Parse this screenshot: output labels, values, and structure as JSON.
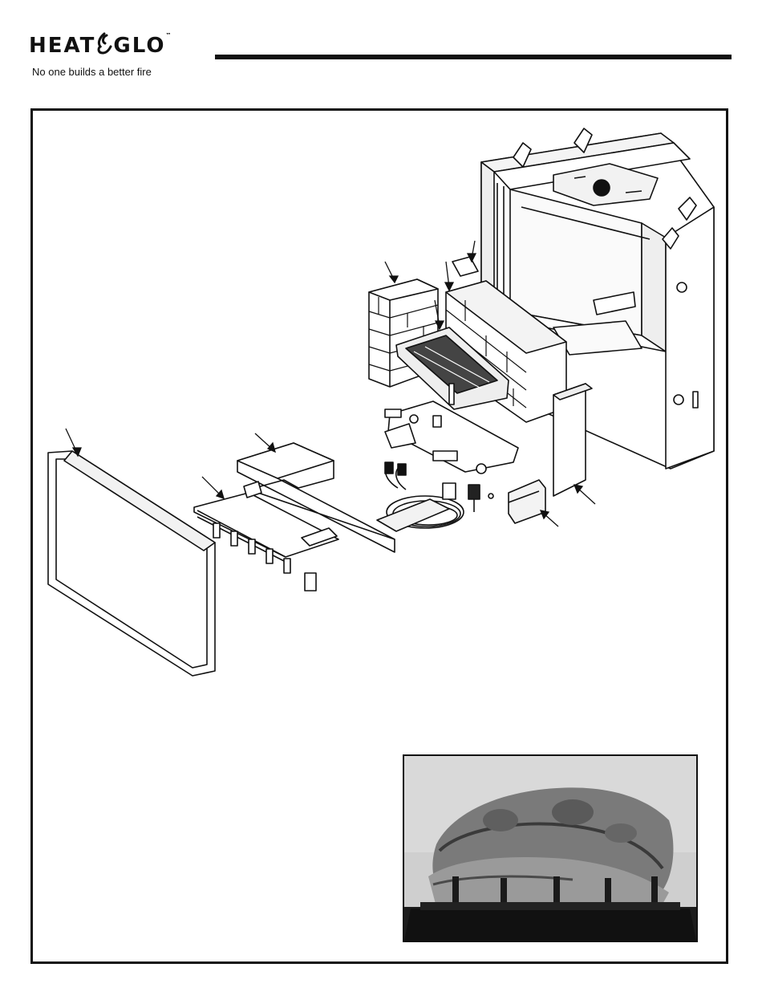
{
  "header": {
    "brand_left": "HEAT",
    "brand_right": "GLO",
    "trademark": "™",
    "tagline": "No one builds a better fire"
  },
  "icons": {
    "logo": "flame-ampersand-icon"
  }
}
